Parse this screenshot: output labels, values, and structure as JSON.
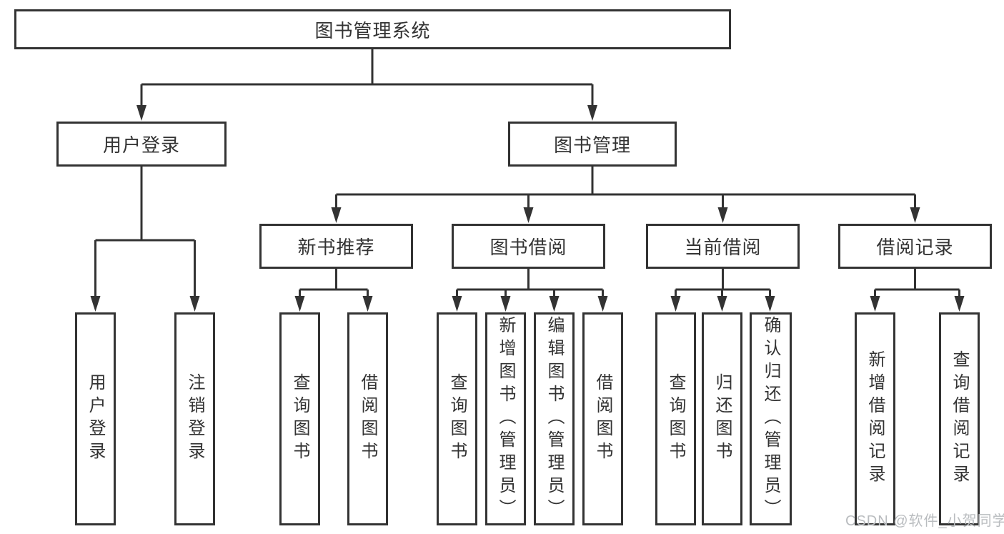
{
  "diagram": {
    "type": "hierarchy-tree",
    "tree": {
      "label": "图书管理系统",
      "children": [
        {
          "label": "用户登录",
          "children": [
            {
              "label": "用户登录"
            },
            {
              "label": "注销登录"
            }
          ]
        },
        {
          "label": "图书管理",
          "children": [
            {
              "label": "新书推荐",
              "children": [
                {
                  "label": "查询图书"
                },
                {
                  "label": "借阅图书"
                }
              ]
            },
            {
              "label": "图书借阅",
              "children": [
                {
                  "label": "查询图书"
                },
                {
                  "label": "新增图书（管理员）"
                },
                {
                  "label": "编辑图书（管理员）"
                },
                {
                  "label": "借阅图书"
                }
              ]
            },
            {
              "label": "当前借阅",
              "children": [
                {
                  "label": "查询图书"
                },
                {
                  "label": "归还图书"
                },
                {
                  "label": "确认归还（管理员）"
                }
              ]
            },
            {
              "label": "借阅记录",
              "children": [
                {
                  "label": "新增借阅记录"
                },
                {
                  "label": "查询借阅记录"
                }
              ]
            }
          ]
        }
      ]
    },
    "colors": {
      "line": "#333333",
      "box_border": "#333333",
      "text": "#333333",
      "background": "#ffffff",
      "watermark": "#b9bcbf"
    }
  },
  "watermark": {
    "text": "CSDN @软件_小贺同学"
  }
}
